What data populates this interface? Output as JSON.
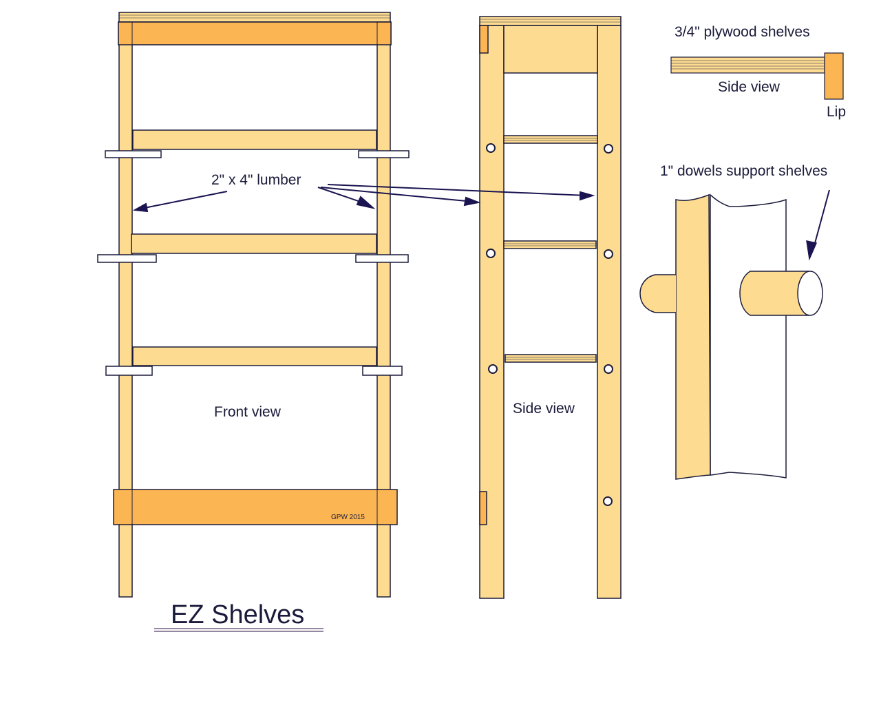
{
  "title": "EZ Shelves",
  "signature": "GPW 2015",
  "labels": {
    "lumber": "2\" x 4\"  lumber",
    "front_view": "Front view",
    "side_view": "Side view",
    "plywood": "3/4\" plywood shelves",
    "plywood_side_view": "Side view",
    "lip": "Lip",
    "dowels": "1\" dowels support shelves"
  },
  "colors": {
    "wood_light": "#fddc92",
    "wood_dark": "#fbb653",
    "outline": "#1c1c3c",
    "arrow": "#1a1450"
  }
}
